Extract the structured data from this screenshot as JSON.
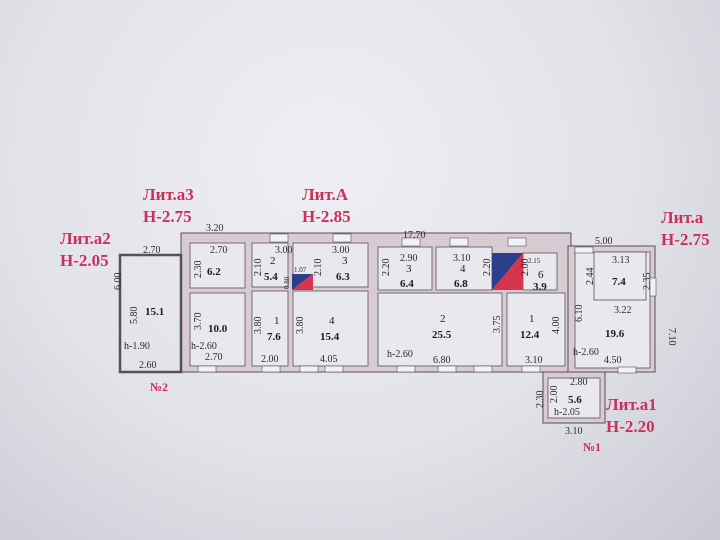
{
  "labels": {
    "a3": {
      "lit": "Лит.а3",
      "h": "Н-2.75"
    },
    "A": {
      "lit": "Лит.А",
      "h": "Н-2.85"
    },
    "a2": {
      "lit": "Лит.а2",
      "h": "Н-2.05"
    },
    "a": {
      "lit": "Лит.а",
      "h": "Н-2.75"
    },
    "a1": {
      "lit": "Лит.а1",
      "h": "Н-2.20"
    },
    "entrance2": "№2",
    "entrance1": "№1"
  },
  "rooms": [
    {
      "number": "",
      "area": "15.1"
    },
    {
      "number": "",
      "area": "6.2"
    },
    {
      "number": "",
      "area": "10.0"
    },
    {
      "number": "2",
      "area": "5.4"
    },
    {
      "number": "3",
      "area": "6.3"
    },
    {
      "number": "1",
      "area": "7.6"
    },
    {
      "number": "4",
      "area": "15.4"
    },
    {
      "number": "3",
      "area": "6.4"
    },
    {
      "number": "4",
      "area": "6.8"
    },
    {
      "number": "6",
      "area": "3.9"
    },
    {
      "number": "2",
      "area": "25.5"
    },
    {
      "number": "1",
      "area": "12.4"
    },
    {
      "number": "",
      "area": "7.4"
    },
    {
      "number": "",
      "area": "19.6"
    },
    {
      "number": "",
      "area": "5.6"
    }
  ],
  "dimensions": [
    "3.20",
    "17.70",
    "5.00",
    "2.70",
    "6.00",
    "5.80",
    "h-1.90",
    "2.60",
    "2.70",
    "2.30",
    "3.70",
    "h-2.60",
    "2.70",
    "3.00",
    "2.10",
    "0.80",
    "1.07",
    "2.10",
    "3.00",
    "3.80",
    "2.00",
    "3.80",
    "4.05",
    "2.90",
    "2.20",
    "3.10",
    "2.20",
    "2.15",
    "2.00",
    "3.75",
    "h-2.60",
    "6.80",
    "3.10",
    "4.00",
    "6.10",
    "2.44",
    "3.13",
    "2.35",
    "3.22",
    "7.10",
    "h-2.60",
    "4.50",
    "2.80",
    "2.30",
    "2.00",
    "h-2.05",
    "3.10"
  ],
  "colors": {
    "label": "#c8325a",
    "wall": "#d9cbd2",
    "stair_blue": "#2c3f8c",
    "stair_red": "#d8344e"
  }
}
